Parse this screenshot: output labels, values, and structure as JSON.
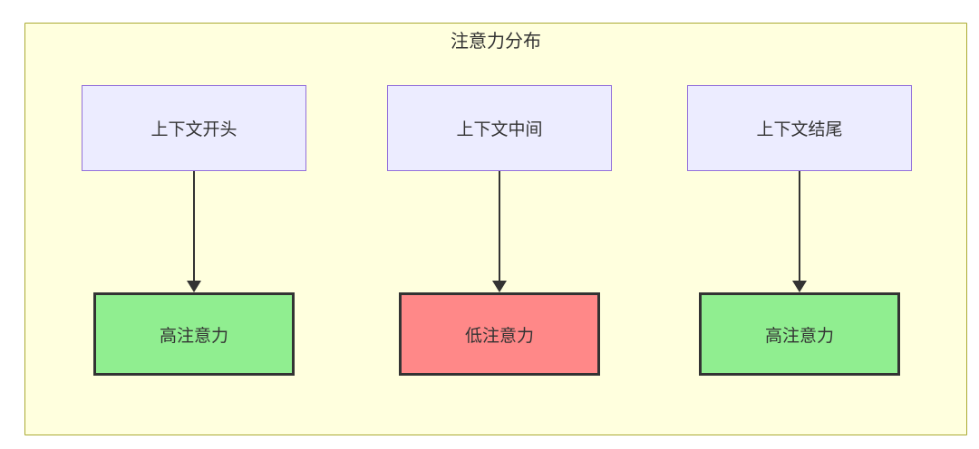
{
  "diagram": {
    "title": "注意力分布",
    "cluster": {
      "fill": "#ffffde",
      "border_color": "#aaaa33"
    },
    "text_color": "#333333",
    "arrow_color": "#333333",
    "columns": [
      {
        "source": {
          "label": "上下文开头",
          "fill": "#ececff",
          "border_color": "#9370db"
        },
        "target": {
          "label": "高注意力",
          "fill": "#90ee90",
          "border_color": "#333333"
        }
      },
      {
        "source": {
          "label": "上下文中间",
          "fill": "#ececff",
          "border_color": "#9370db"
        },
        "target": {
          "label": "低注意力",
          "fill": "#ff8888",
          "border_color": "#333333"
        }
      },
      {
        "source": {
          "label": "上下文结尾",
          "fill": "#ececff",
          "border_color": "#9370db"
        },
        "target": {
          "label": "高注意力",
          "fill": "#90ee90",
          "border_color": "#333333"
        }
      }
    ]
  }
}
